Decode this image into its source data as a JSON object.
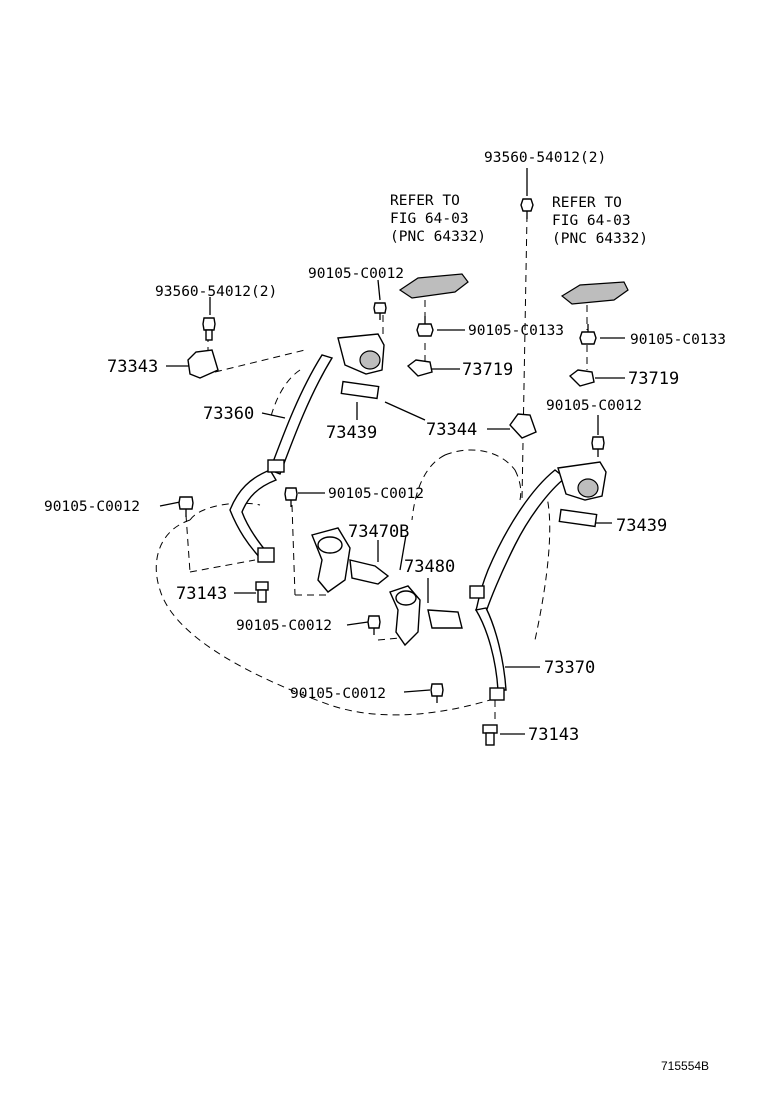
{
  "labels": {
    "p93560_top": "93560-54012(2)",
    "refer_left_1": "REFER TO",
    "refer_left_2": "FIG 64-03",
    "refer_left_3": "(PNC 64332)",
    "refer_right_1": "REFER TO",
    "refer_right_2": "FIG 64-03",
    "refer_right_3": "(PNC 64332)",
    "p90105_c0012_a": "90105-C0012",
    "p93560_left": "93560-54012(2)",
    "p90105_c0133_a": "90105-C0133",
    "p90105_c0133_b": "90105-C0133",
    "p73343": "73343",
    "p73719_a": "73719",
    "p73719_b": "73719",
    "p90105_c0012_right": "90105-C0012",
    "p73360": "73360",
    "p73439_a": "73439",
    "p73344": "73344",
    "p90105_c0012_left": "90105-C0012",
    "p90105_c0012_mid": "90105-C0012",
    "p73470b": "73470B",
    "p73439_b": "73439",
    "p73480": "73480",
    "p73143_a": "73143",
    "p90105_c0012_lower": "90105-C0012",
    "p73370": "73370",
    "p90105_c0012_bottom": "90105-C0012",
    "p73143_b": "73143",
    "figure_number": "715554B"
  }
}
